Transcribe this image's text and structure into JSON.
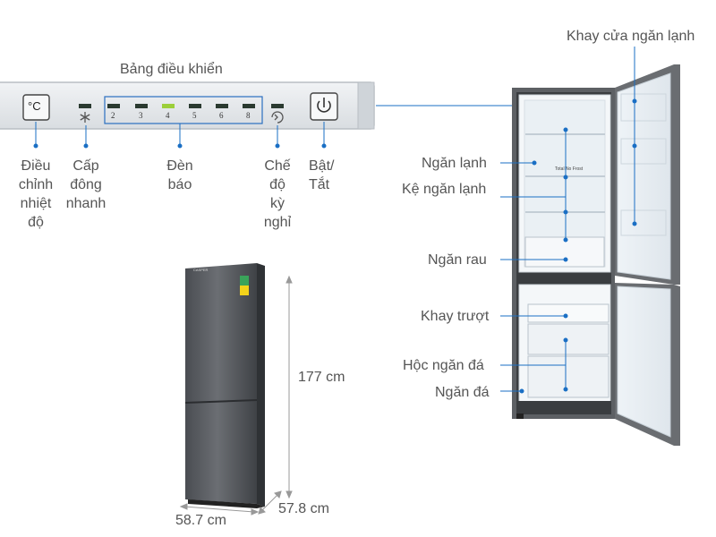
{
  "panel": {
    "title": "Bảng điều khiển",
    "temp_symbol": "°C",
    "level_numbers": [
      "2",
      "3",
      "4",
      "5",
      "6",
      "8"
    ],
    "labels": {
      "temp_adjust": [
        "Điều",
        "chỉnh",
        "nhiệt",
        "độ"
      ],
      "quick_freeze": [
        "Cấp",
        "đông",
        "nhanh"
      ],
      "indicator": [
        "Đèn",
        "báo"
      ],
      "vacation": [
        "Chế",
        "độ",
        "kỳ",
        "nghỉ"
      ],
      "power": [
        "Bật/",
        "Tắt"
      ]
    }
  },
  "fridge_parts": {
    "door_tray": "Khay cửa ngăn lạnh",
    "fridge_compartment": "Ngăn lạnh",
    "fridge_shelf": "Kệ ngăn lạnh",
    "crisper": "Ngăn rau",
    "sliding_tray": "Khay trượt",
    "freezer_drawer": "Hộc ngăn đá",
    "freezer_compartment": "Ngăn đá",
    "interior_text": "Total No Frost"
  },
  "dimensions": {
    "height": "177 cm",
    "depth": "57.8 cm",
    "width": "58.7 cm"
  },
  "colors": {
    "accent_line": "#1a6fc4",
    "panel_bg": "#e6e9ec",
    "fridge_body": "#5d6064",
    "led_green": "#9ccf3a"
  }
}
